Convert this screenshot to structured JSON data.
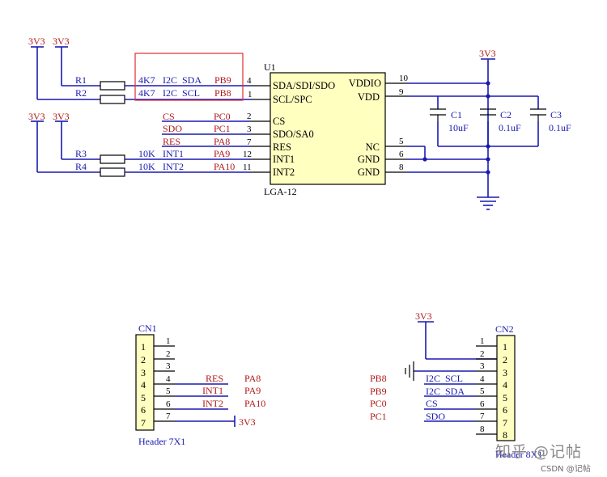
{
  "power": {
    "v33": "3V3"
  },
  "resistors": [
    {
      "ref": "R1",
      "value": "4K7",
      "label": "I2C  SDA",
      "port": "PB9"
    },
    {
      "ref": "R2",
      "value": "4K7",
      "label": "I2C  SCL",
      "port": "PB8"
    },
    {
      "ref": "R3",
      "value": "10K",
      "label": "INT1",
      "port": "PA9"
    },
    {
      "ref": "R4",
      "value": "10K",
      "label": "INT2",
      "port": "PA10"
    }
  ],
  "left_nets": [
    {
      "label": "CS",
      "port": "PC0"
    },
    {
      "label": "SDO",
      "port": "PC1"
    },
    {
      "label": "RES",
      "port": "PA8"
    }
  ],
  "u1": {
    "ref": "U1",
    "package": "LGA-12",
    "left_pins": [
      {
        "num": "4",
        "name": "SDA/SDI/SDO"
      },
      {
        "num": "1",
        "name": "SCL/SPC"
      },
      {
        "num": "2",
        "name": "CS"
      },
      {
        "num": "3",
        "name": "SDO/SA0"
      },
      {
        "num": "7",
        "name": "RES"
      },
      {
        "num": "12",
        "name": "INT1"
      },
      {
        "num": "11",
        "name": "INT2"
      }
    ],
    "right_pins": [
      {
        "num": "10",
        "name": "VDDIO"
      },
      {
        "num": "9",
        "name": "VDD"
      },
      {
        "num": "5",
        "name": "NC"
      },
      {
        "num": "6",
        "name": "GND"
      },
      {
        "num": "8",
        "name": "GND"
      }
    ]
  },
  "capacitors": [
    {
      "ref": "C1",
      "value": "10uF"
    },
    {
      "ref": "C2",
      "value": "0.1uF"
    },
    {
      "ref": "C3",
      "value": "0.1uF"
    }
  ],
  "cn1": {
    "ref": "CN1",
    "caption": "Header 7X1",
    "pins": [
      "1",
      "2",
      "3",
      "4",
      "5",
      "6",
      "7"
    ],
    "nets": [
      {
        "label": "RES",
        "port": "PA8"
      },
      {
        "label": "INT1",
        "port": "PA9"
      },
      {
        "label": "INT2",
        "port": "PA10"
      }
    ],
    "power": "3V3"
  },
  "cn2": {
    "ref": "CN2",
    "caption": "Header 8X1",
    "pins": [
      "1",
      "2",
      "3",
      "4",
      "5",
      "6",
      "7",
      "8"
    ],
    "power": "3V3",
    "nets": [
      {
        "port": "PB8",
        "label": "I2C  SCL"
      },
      {
        "port": "PB9",
        "label": "I2C  SDA"
      },
      {
        "port": "PC0",
        "label": "CS"
      },
      {
        "port": "PC1",
        "label": "SDO"
      }
    ]
  },
  "watermark": {
    "main": "知乎 @记帖",
    "corner": "CSDN @记帖"
  },
  "colors": {
    "wire": "#1a1ab0",
    "net_label": "#b01818",
    "body_fill": "#ffffc0",
    "highlight": "#e03030"
  }
}
